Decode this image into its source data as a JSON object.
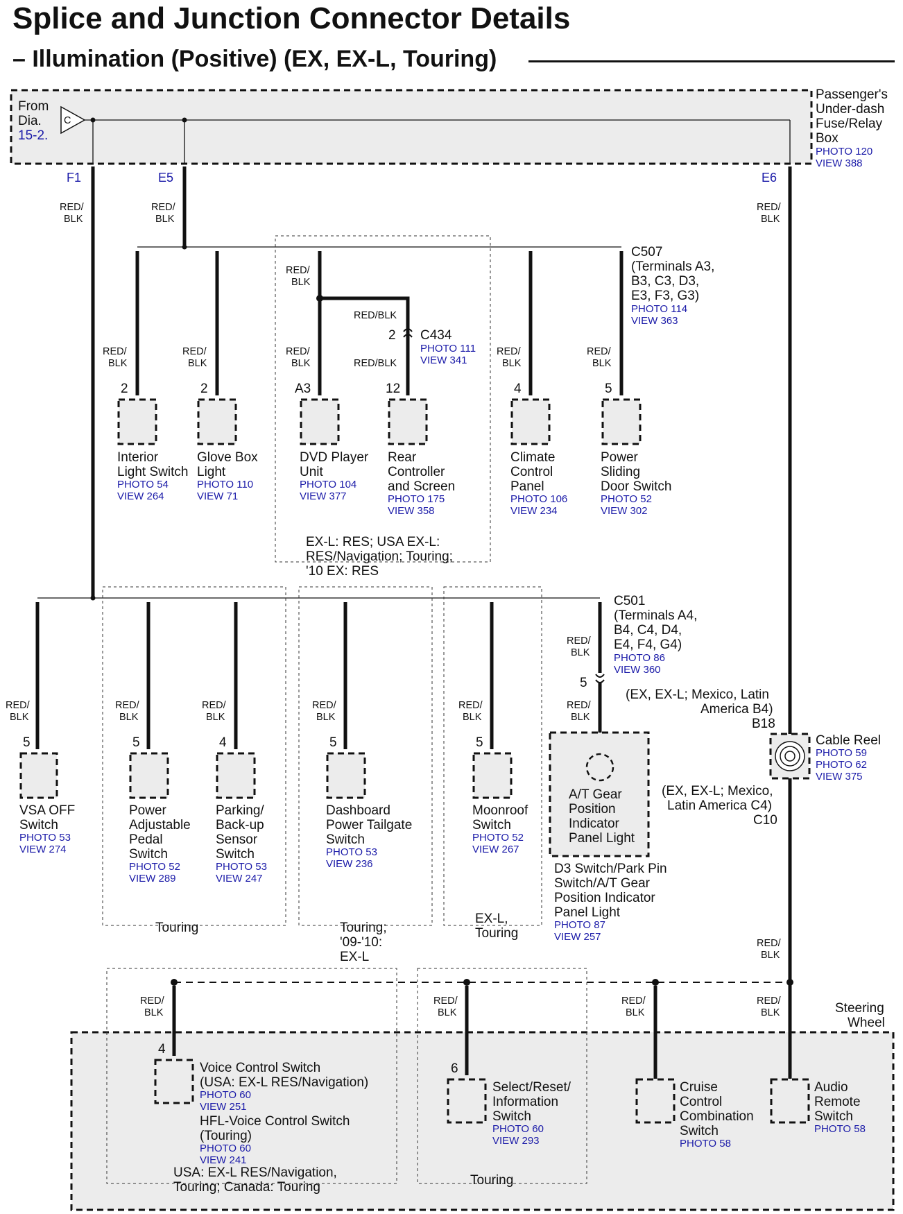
{
  "header": {
    "title": "Splice and Junction Connector Details",
    "subtitle": "– Illumination (Positive) (EX, EX-L, Touring)"
  },
  "fuse_box": {
    "from_lines": [
      "From",
      "Dia."
    ],
    "from_ref": "15-2.",
    "symbol": "C",
    "name_lines": [
      "Passenger's",
      "Under-dash",
      "Fuse/Relay",
      "Box"
    ],
    "photo": "PHOTO 120",
    "view": "VIEW 388",
    "terminals": [
      "F1",
      "E5",
      "E6"
    ]
  },
  "wire_color_lines": [
    "RED/",
    "BLK"
  ],
  "wire_color_inline": "RED/BLK",
  "junctions": {
    "c507": {
      "lines": [
        "C507",
        "(Terminals A3,",
        "B3, C3, D3,",
        "E3, F3, G3)"
      ],
      "photo": "PHOTO 114",
      "view": "VIEW 363"
    },
    "c434": {
      "name": "C434",
      "pin": "2",
      "photo": "PHOTO 111",
      "view": "VIEW 341"
    },
    "c501": {
      "lines": [
        "C501",
        "(Terminals A4,",
        "B4, C4, D4,",
        "E4, F4, G4)"
      ],
      "photo": "PHOTO 86",
      "view": "VIEW 360",
      "pin": "5"
    }
  },
  "upper_components": [
    {
      "pin": "2",
      "lines": [
        "Interior",
        "Light Switch"
      ],
      "photo": "PHOTO 54",
      "view": "VIEW 264"
    },
    {
      "pin": "2",
      "lines": [
        "Glove Box",
        "Light"
      ],
      "photo": "PHOTO 110",
      "view": "VIEW 71"
    },
    {
      "pin": "A3",
      "lines": [
        "DVD Player",
        "Unit"
      ],
      "photo": "PHOTO 104",
      "view": "VIEW 377"
    },
    {
      "pin": "12",
      "lines": [
        "Rear",
        "Controller",
        "and Screen"
      ],
      "photo": "PHOTO 175",
      "view": "VIEW 358"
    },
    {
      "pin": "4",
      "lines": [
        "Climate",
        "Control",
        "Panel"
      ],
      "photo": "PHOTO 106",
      "view": "VIEW 234"
    },
    {
      "pin": "5",
      "lines": [
        "Power",
        "Sliding",
        "Door Switch"
      ],
      "photo": "PHOTO 52",
      "view": "VIEW 302"
    }
  ],
  "res_note": [
    "EX-L: RES; USA EX-L:",
    "RES/Navigation; Touring;",
    "'10 EX: RES"
  ],
  "middle_components": [
    {
      "pin": "5",
      "lines": [
        "VSA OFF",
        "Switch"
      ],
      "photo": "PHOTO 53",
      "view": "VIEW 274"
    },
    {
      "pin": "5",
      "lines": [
        "Power",
        "Adjustable",
        "Pedal",
        "Switch"
      ],
      "photo": "PHOTO 52",
      "view": "VIEW 289"
    },
    {
      "pin": "4",
      "lines": [
        "Parking/",
        "Back-up",
        "Sensor",
        "Switch"
      ],
      "photo": "PHOTO 53",
      "view": "VIEW 247"
    },
    {
      "pin": "5",
      "lines": [
        "Dashboard",
        "Power Tailgate",
        "Switch"
      ],
      "photo": "PHOTO 53",
      "view": "VIEW 236"
    },
    {
      "pin": "5",
      "lines": [
        "Moonroof",
        "Switch"
      ],
      "photo": "PHOTO 52",
      "view": "VIEW 267"
    }
  ],
  "gear_indicator": {
    "lines": [
      "A/T Gear",
      "Position",
      "Indicator",
      "Panel Light"
    ],
    "below_lines": [
      "D3 Switch/Park Pin",
      "Switch/A/T Gear",
      "Position Indicator",
      "Panel Light"
    ],
    "photo": "PHOTO 87",
    "view": "VIEW 257"
  },
  "region_notes": {
    "touring": "Touring",
    "touring_0910": [
      "Touring;",
      "'09-'10:",
      "EX-L"
    ],
    "exl_touring": [
      "EX-L,",
      "Touring"
    ],
    "usa_canada": [
      "USA: EX-L RES/Navigation,",
      "Touring; Canada: Touring"
    ],
    "touring_bottom": "Touring"
  },
  "cable_reel": {
    "top_note": [
      "(EX, EX-L; Mexico, Latin",
      "America B4)"
    ],
    "top_pin": "B18",
    "name": "Cable Reel",
    "refs": [
      "PHOTO 59",
      "PHOTO 62",
      "VIEW 375"
    ],
    "bottom_note": [
      "(EX, EX-L; Mexico,",
      "Latin America C4)"
    ],
    "bottom_pin": "C10"
  },
  "steering_wheel": {
    "label": [
      "Steering",
      "Wheel"
    ],
    "components": [
      {
        "pin": "4",
        "lines": [
          "Voice Control Switch",
          "(USA: EX-L RES/Navigation)"
        ],
        "refs": [
          "PHOTO 60",
          "VIEW 251"
        ],
        "extra_lines": [
          "HFL-Voice Control Switch",
          "(Touring)"
        ],
        "extra_refs": [
          "PHOTO 60",
          "VIEW 241"
        ]
      },
      {
        "pin": "6",
        "lines": [
          "Select/Reset/",
          "Information",
          "Switch"
        ],
        "refs": [
          "PHOTO 60",
          "VIEW 293"
        ]
      },
      {
        "pin": "",
        "lines": [
          "Cruise",
          "Control",
          "Combination",
          "Switch"
        ],
        "refs": [
          "PHOTO 58"
        ]
      },
      {
        "pin": "",
        "lines": [
          "Audio",
          "Remote",
          "Switch"
        ],
        "refs": [
          "PHOTO 58"
        ]
      }
    ]
  }
}
